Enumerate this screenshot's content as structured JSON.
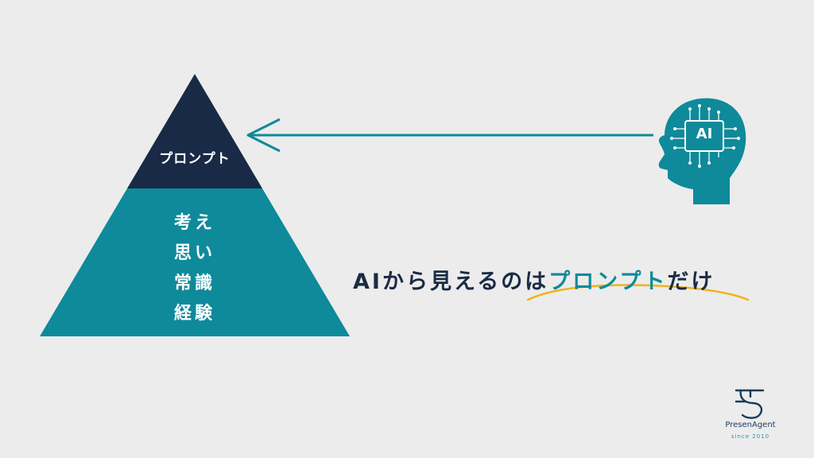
{
  "pyramid": {
    "tip_label": "プロンプト",
    "base_lines": [
      "考え",
      "思い",
      "常識",
      "経験"
    ]
  },
  "headline": {
    "before": "AIから見えるのは",
    "highlight": "プロンプト",
    "after": "だけ"
  },
  "ai_head": {
    "badge": "AI",
    "icon": "ai-head-icon"
  },
  "logo": {
    "name": "PresenAgent",
    "sub": "since 2010",
    "icon": "presenagent-logo-icon"
  },
  "colors": {
    "background": "#ececec",
    "navy": "#182a45",
    "teal": "#0e8a9a",
    "underline": "#f2b21b"
  }
}
